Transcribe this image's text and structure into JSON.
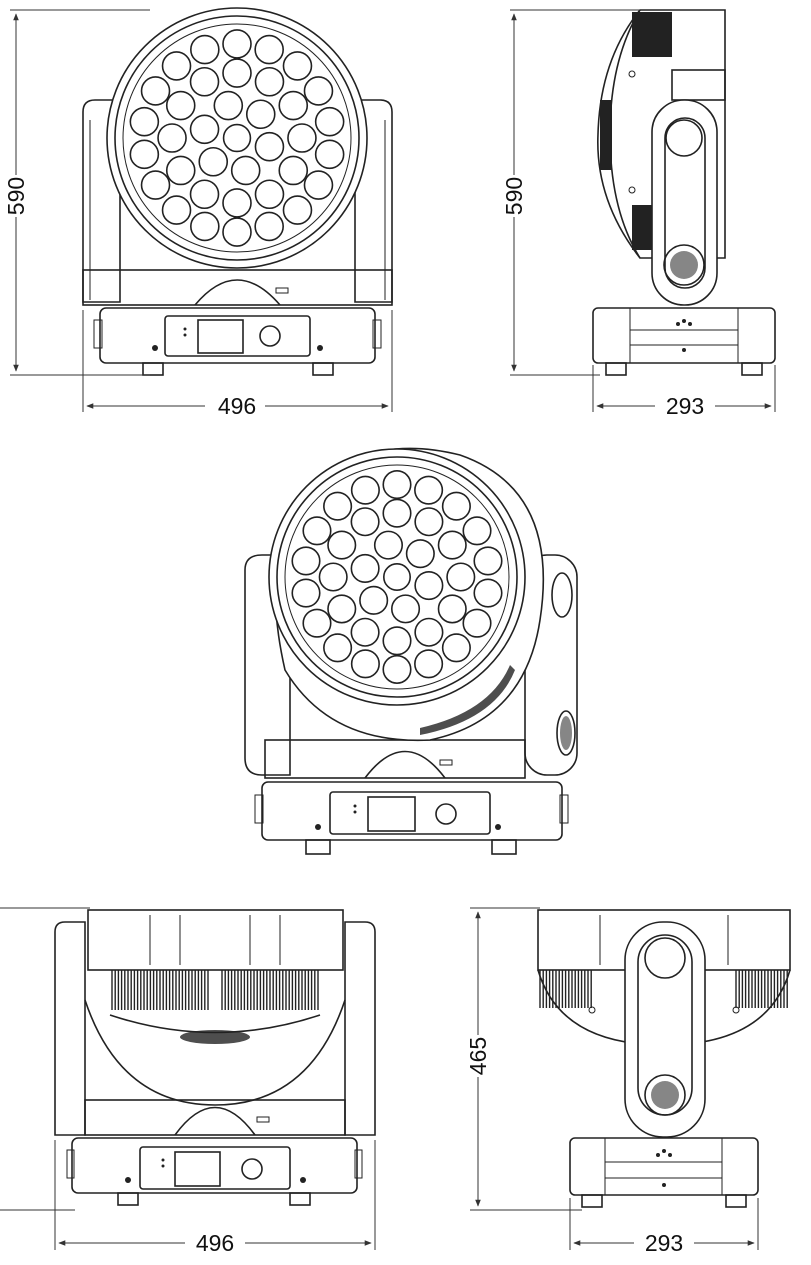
{
  "dimensions": {
    "front_height": "590",
    "front_width": "496",
    "side_height": "590",
    "side_depth": "293",
    "bottom_height": "465",
    "bottom_width": "496",
    "bottom_depth": "293"
  },
  "style": {
    "line_color": "#222222",
    "background": "#ffffff"
  }
}
